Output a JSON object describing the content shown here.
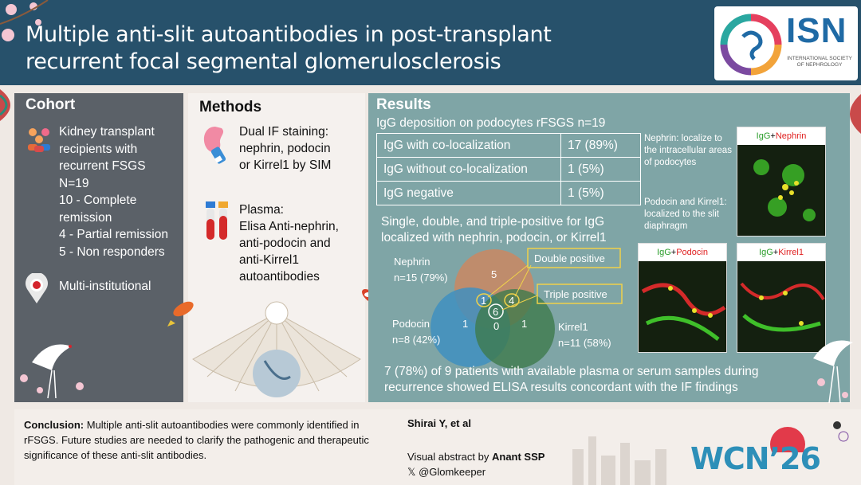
{
  "header": {
    "title_line1": "Multiple anti-slit autoantibodies in post-transplant",
    "title_line2": "recurrent focal segmental glomerulosclerosis",
    "logo_text": "ISN",
    "logo_sub": "INTERNATIONAL SOCIETY OF NEPHROLOGY"
  },
  "cohort": {
    "heading": "Cohort",
    "lines": [
      "Kidney transplant",
      "recipients with",
      "recurrent FSGS",
      "N=19",
      "10 - Complete",
      "remission",
      "4 - Partial remission",
      "5 - Non responders"
    ],
    "multi": "Multi-institutional"
  },
  "methods": {
    "heading": "Methods",
    "if_lines": [
      "Dual IF staining:",
      "nephrin, podocin",
      "or Kirrel1 by SIM"
    ],
    "plasma_lines": [
      "Plasma:",
      "Elisa Anti-nephrin,",
      "anti-podocin and",
      "anti-Kirrel1",
      "autoantibodies"
    ]
  },
  "results": {
    "heading": "Results",
    "subheading": "IgG deposition on podocytes rFSGS n=19",
    "table": [
      {
        "label": "IgG with co-localization",
        "value": "17 (89%)"
      },
      {
        "label": "IgG without co-localization",
        "value": "1 (5%)"
      },
      {
        "label": "IgG negative",
        "value": "1 (5%)"
      }
    ],
    "venn_title_1": "Single, double, and triple-positive for IgG",
    "venn_title_2": "localized with nephrin, podocin, or Kirrel1",
    "venn": {
      "nephrin_label": "Nephrin",
      "nephrin_n": "n=15 (79%)",
      "podocin_label": "Podocin",
      "podocin_n": "n=8 (42%)",
      "kirrel_label": "Kirrel1",
      "kirrel_n": "n=11 (58%)",
      "n_only": "5",
      "p_only": "1",
      "k_only": "1",
      "np": "1",
      "nk": "4",
      "pk": "0",
      "npk": "6",
      "double_label": "Double positive",
      "triple_label": "Triple positive"
    },
    "nephrin_note": "Nephrin: localize to the intracellular areas of podocytes",
    "podocin_note": "Podocin and Kirrel1: localized to the slit diaphragm",
    "img1": {
      "igg": "IgG",
      "plus": "+",
      "marker": "Nephrin"
    },
    "img2": {
      "igg": "IgG",
      "plus": "+",
      "marker": "Podocin"
    },
    "img3": {
      "igg": "IgG",
      "plus": "+",
      "marker": "Kirrel1"
    },
    "elisa_1": "7 (78%) of 9 patients with available plasma or serum samples during",
    "elisa_2": "recurrence showed ELISA results concordant with the IF findings"
  },
  "footer": {
    "conclusion_label": "Conclusion:",
    "conclusion_text": "Multiple anti-slit autoantibodies were commonly identified in rFSGS. Future studies are needed to clarify the pathogenic and therapeutic significance of these anti-slit antibodies.",
    "author": "Shirai Y, et al",
    "va_prefix": "Visual abstract by ",
    "va_name": "Anant SSP",
    "handle": "@Glomkeeper",
    "x_glyph": "𝕏",
    "wcn": "WCN’26"
  },
  "colors": {
    "header": "#27516b",
    "cohort": "#5b6168",
    "results": "#7fa5a6",
    "nephrin": "#c78a66",
    "podocin": "#3f8fbf",
    "kirrel": "#3e7a4c",
    "callout": "#f0d24a"
  }
}
